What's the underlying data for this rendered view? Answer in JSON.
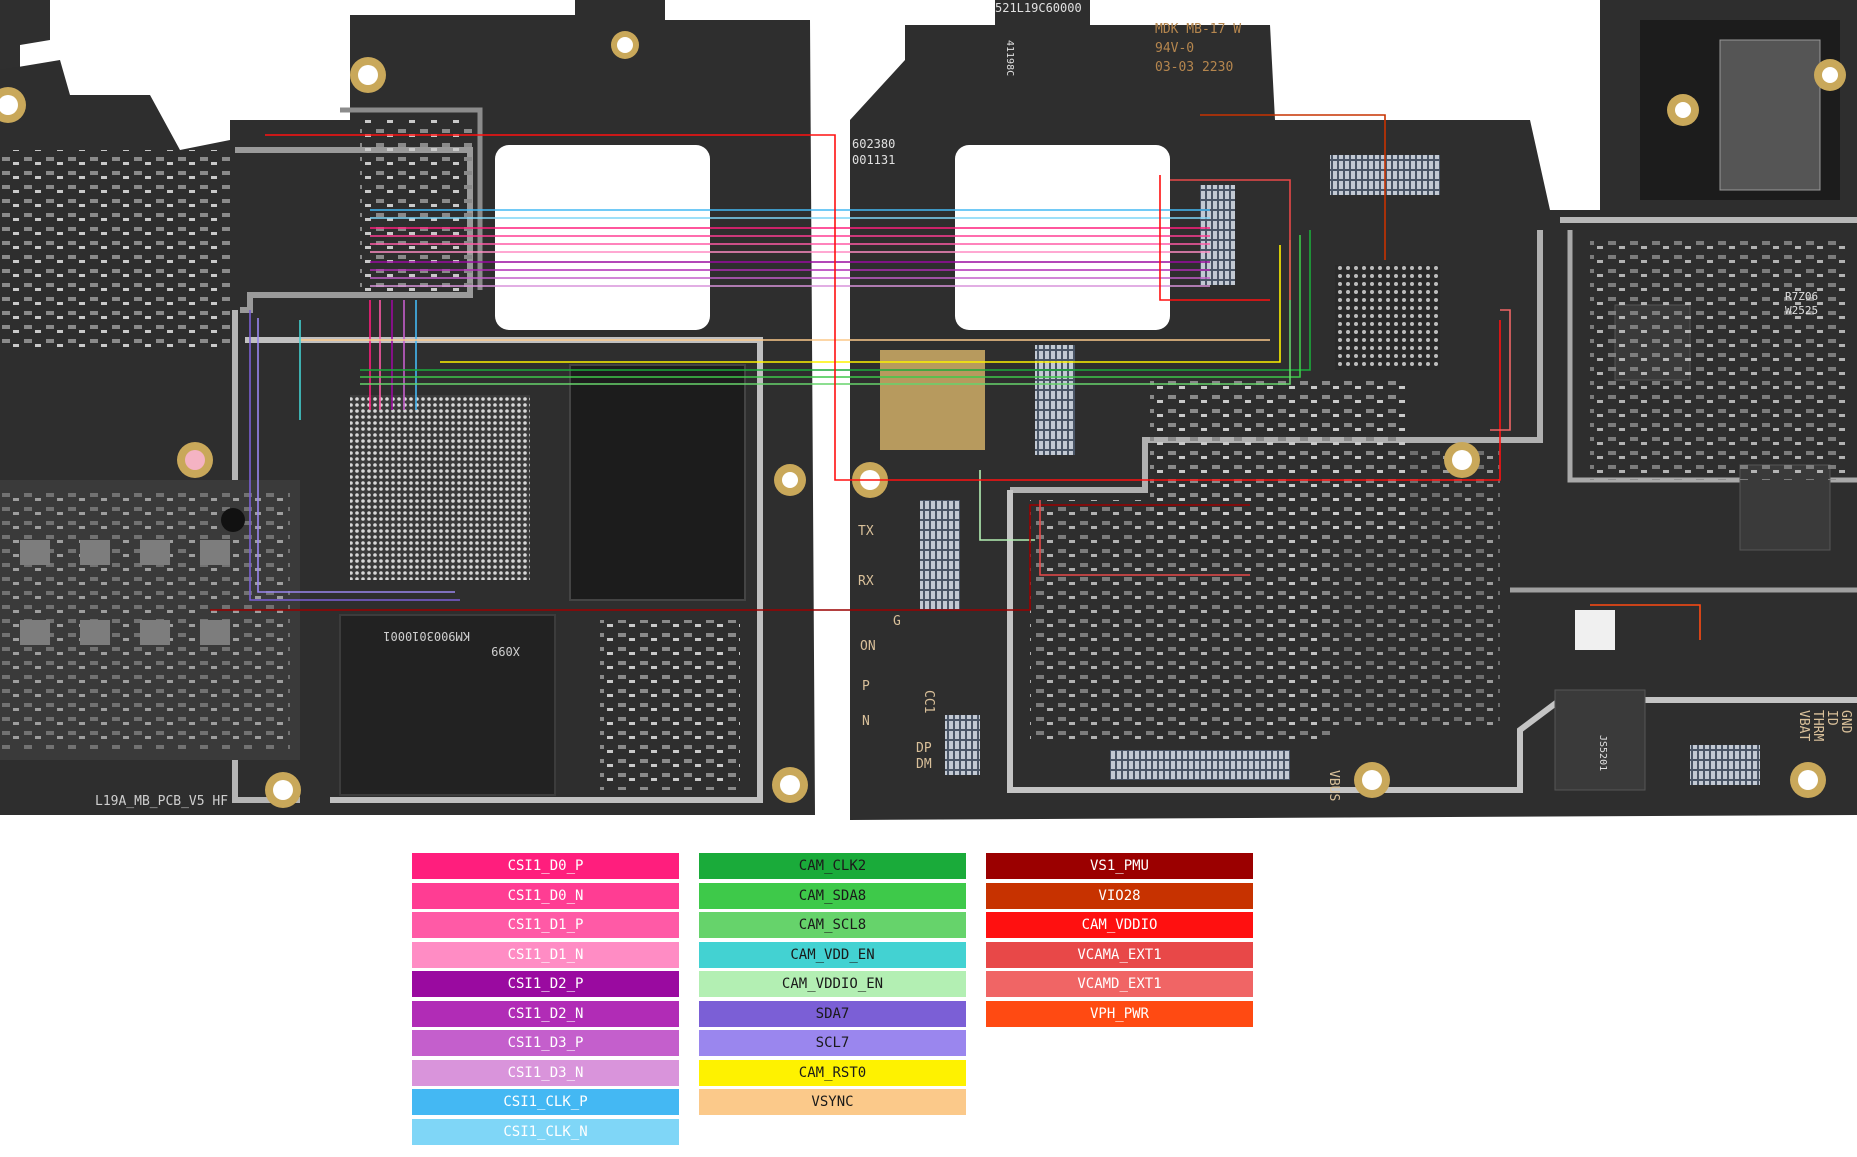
{
  "board": {
    "left_board_label": "L19A_MB_PCB_V5 HF",
    "right_board_top_code": "521L19C60000",
    "right_board_mdk": "MDK MB-17 W",
    "right_board_lot": "94V-0",
    "right_board_date": "03-03 2230",
    "right_board_serial_1": "602380",
    "right_board_serial_2": "001131",
    "right_board_small_code": "41198C",
    "left_chip_mark": "KM9003010001",
    "left_chip_mark_2": "X099",
    "right_chip_mark_1": "R7Z06",
    "right_chip_mark_2": "W2525",
    "right_pmic_mark": "JS5201",
    "edge_label_tx": "TX",
    "edge_label_rx": "RX",
    "edge_label_g": "G",
    "edge_label_on": "ON",
    "edge_label_p": "P",
    "edge_label_n": "N",
    "edge_label_cc1": "CC1",
    "edge_label_dp": "DP",
    "edge_label_dm": "DM",
    "edge_label_vbus": "VBUS",
    "edge_label_gnd": "GND",
    "edge_label_id": "ID",
    "edge_label_thrm": "THRM",
    "edge_label_vbat": "VBAT"
  },
  "legend": {
    "column_1": [
      {
        "label": "CSI1_D0_P",
        "color": "#ff1e7d"
      },
      {
        "label": "CSI1_D0_N",
        "color": "#ff3d93"
      },
      {
        "label": "CSI1_D1_P",
        "color": "#ff5aa6"
      },
      {
        "label": "CSI1_D1_N",
        "color": "#ff8cc4"
      },
      {
        "label": "CSI1_D2_P",
        "color": "#9a0aa0"
      },
      {
        "label": "CSI1_D2_N",
        "color": "#b12cb6"
      },
      {
        "label": "CSI1_D3_P",
        "color": "#c45fcc"
      },
      {
        "label": "CSI1_D3_N",
        "color": "#d994db"
      },
      {
        "label": "CSI1_CLK_P",
        "color": "#44b8f3"
      },
      {
        "label": "CSI1_CLK_N",
        "color": "#7fd6f7"
      }
    ],
    "column_2": [
      {
        "label": "CAM_CLK2",
        "color": "#1aab3a"
      },
      {
        "label": "CAM_SDA8",
        "color": "#3ec94a"
      },
      {
        "label": "CAM_SCL8",
        "color": "#66d36b"
      },
      {
        "label": "CAM_VDD_EN",
        "color": "#43d2d2"
      },
      {
        "label": "CAM_VDDIO_EN",
        "color": "#b3efb3"
      },
      {
        "label": "SDA7",
        "color": "#7b5fd6"
      },
      {
        "label": "SCL7",
        "color": "#9a86ee"
      },
      {
        "label": "CAM_RST0",
        "color": "#fef200"
      },
      {
        "label": "VSYNC",
        "color": "#fbc98a"
      }
    ],
    "column_3": [
      {
        "label": "VS1_PMU",
        "color": "#9b0000"
      },
      {
        "label": "VIO28",
        "color": "#c73200"
      },
      {
        "label": "CAM_VDDIO",
        "color": "#ff1010"
      },
      {
        "label": "VCAMA_EXT1",
        "color": "#e84848"
      },
      {
        "label": "VCAMD_EXT1",
        "color": "#f06565"
      },
      {
        "label": "VPH_PWR",
        "color": "#ff4a12"
      }
    ]
  }
}
